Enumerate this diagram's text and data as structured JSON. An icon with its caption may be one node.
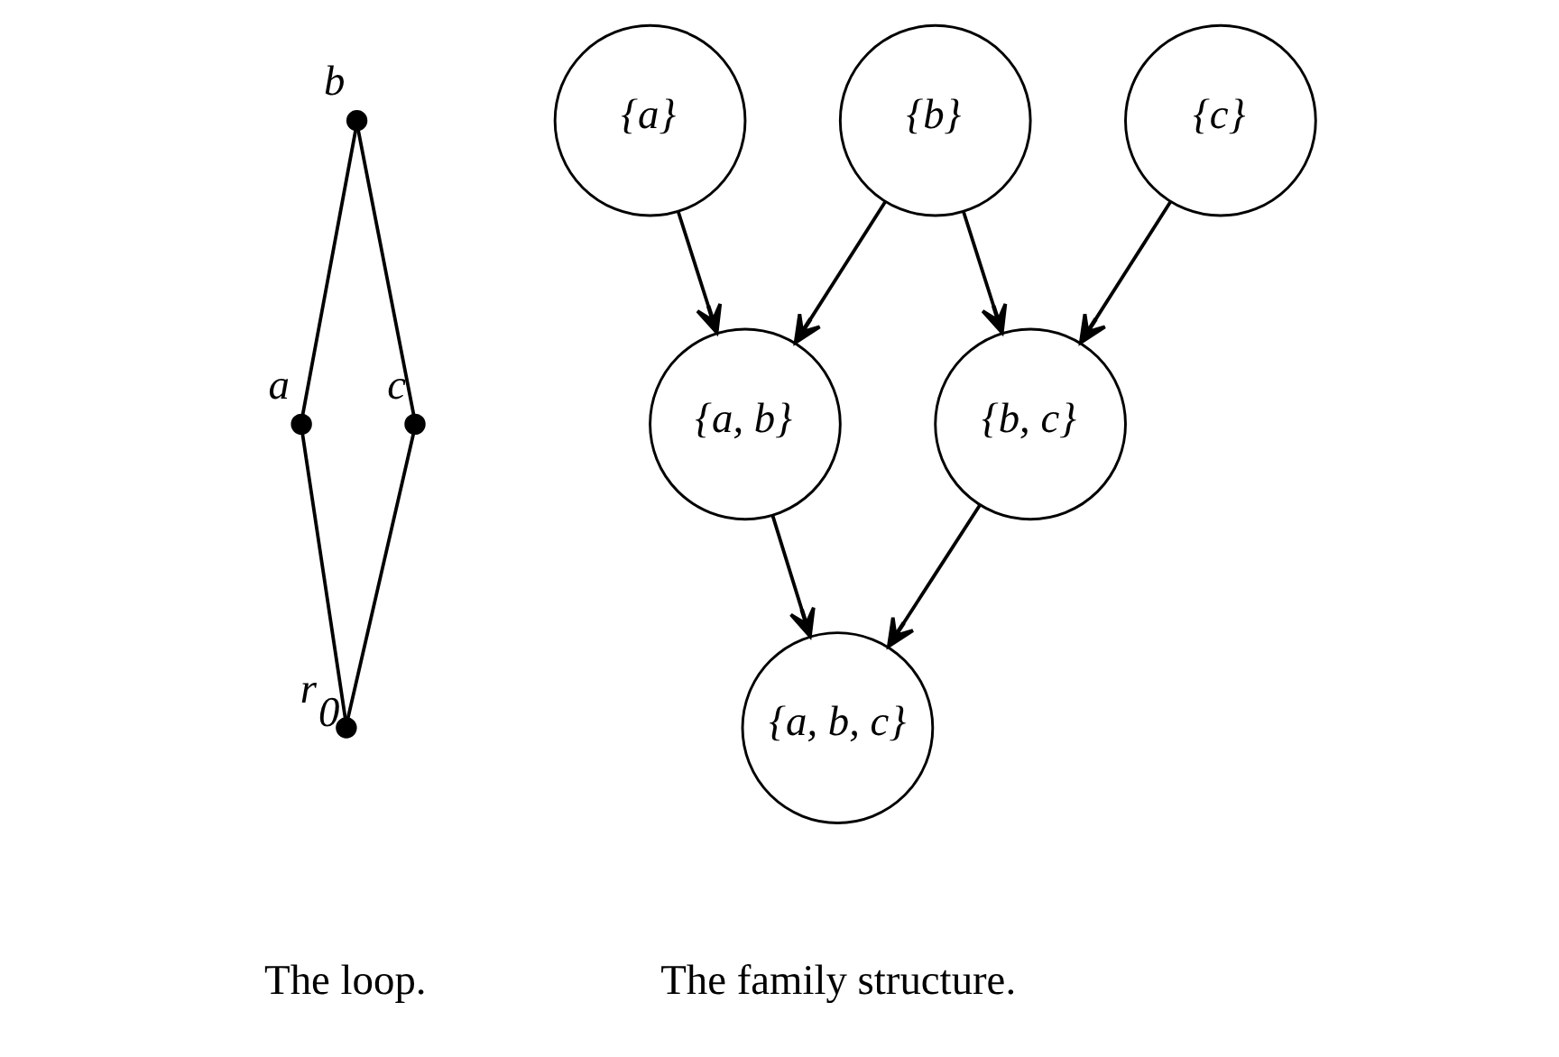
{
  "diagram": {
    "nodes": [
      {
        "text": [],
        "shape": "circle",
        "beside": [
          "b"
        ]
      },
      {
        "text": [],
        "shape": "circle",
        "beside": [
          "a"
        ]
      },
      {
        "text": [],
        "shape": "circle",
        "beside": [
          "c"
        ]
      },
      {
        "text": [],
        "shape": "circle",
        "beside": [
          "r$_{0}$"
        ]
      },
      {
        "text": [
          "{a}"
        ]
      },
      {
        "text": [
          "{b}"
        ]
      },
      {
        "text": [
          "{c}"
        ]
      },
      {
        "text": [
          "{a, b}"
        ]
      },
      {
        "text": [
          "{b, c}"
        ]
      },
      {
        "text": [
          "{a, b, c}"
        ]
      }
    ],
    "edges": [
      {
        "from": 0,
        "to": 1,
        "arrow": "none"
      },
      {
        "from": 0,
        "to": 2,
        "arrow": "none"
      },
      {
        "from": 1,
        "to": 3,
        "arrow": "none"
      },
      {
        "from": 2,
        "to": 3,
        "arrow": "none"
      },
      {
        "from": 4,
        "to": 7,
        "arrow": "to"
      },
      {
        "from": 5,
        "to": 7,
        "arrow": "to"
      },
      {
        "from": 5,
        "to": 8,
        "arrow": "to"
      },
      {
        "from": 6,
        "to": 8,
        "arrow": "to"
      },
      {
        "from": 7,
        "to": 9,
        "arrow": "to"
      },
      {
        "from": 8,
        "to": 9,
        "arrow": "to"
      }
    ],
    "labels": [
      "The loop.",
      "The family structure."
    ]
  }
}
